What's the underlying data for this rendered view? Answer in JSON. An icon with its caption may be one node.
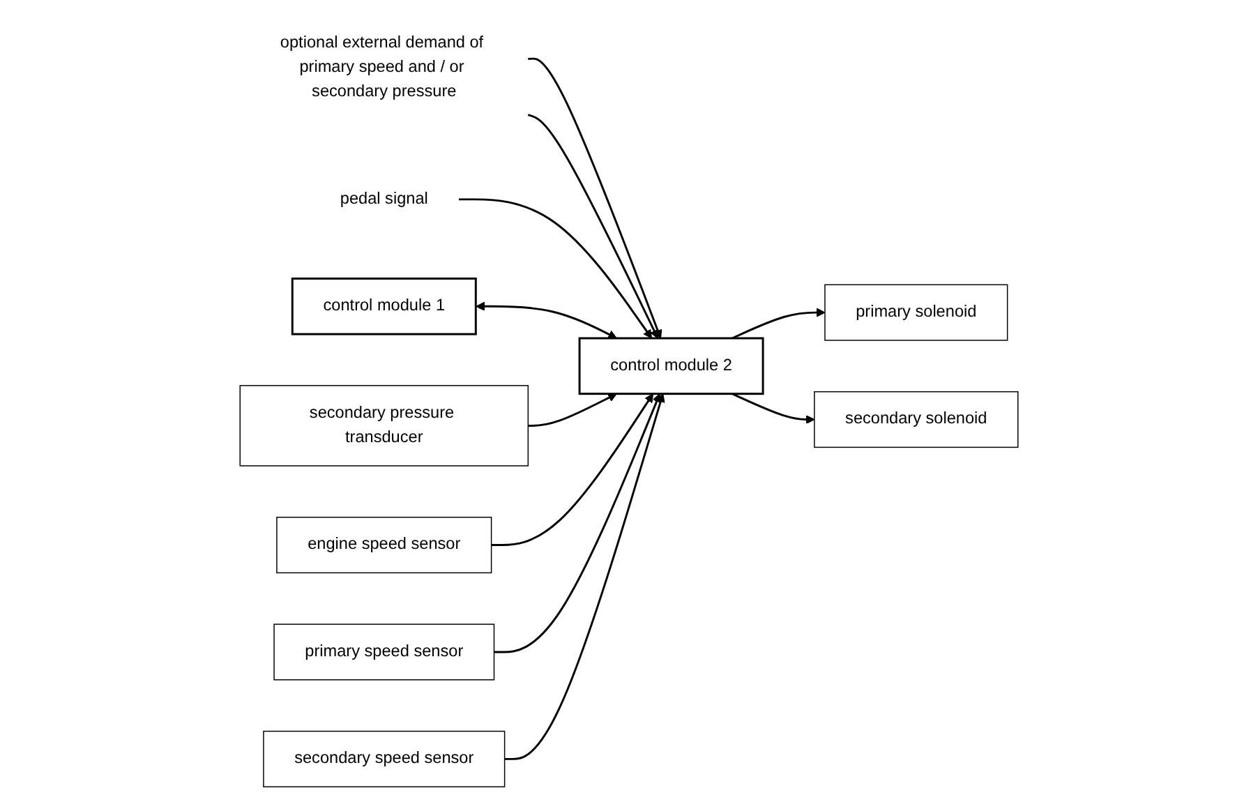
{
  "diagram": {
    "nodes": [
      {
        "text": [
          "optional external demand of primary speed and / or secondary pressure"
        ]
      },
      {
        "text": [
          "pedal signal"
        ]
      },
      {
        "text": [
          "control module 2"
        ]
      },
      {
        "text": [
          "control module 1"
        ]
      },
      {
        "text": [
          "primary solenoid"
        ]
      },
      {
        "text": [
          "secondary solenoid"
        ]
      },
      {
        "text": [
          "secondary pressure transducer"
        ]
      },
      {
        "text": [
          "engine speed sensor"
        ]
      },
      {
        "text": [
          "primary speed sensor"
        ]
      },
      {
        "text": [
          "secondary speed sensor"
        ]
      }
    ],
    "edges": [
      {
        "from": 0,
        "to": 2,
        "arrow": "to"
      },
      {
        "from": 0,
        "to": 2,
        "arrow": "to"
      },
      {
        "from": 1,
        "to": 2,
        "arrow": "to"
      },
      {
        "from": 3,
        "to": 2,
        "arrow": "both"
      },
      {
        "from": 2,
        "to": 4,
        "arrow": "to"
      },
      {
        "from": 2,
        "to": 5,
        "arrow": "to"
      },
      {
        "from": 6,
        "to": 2,
        "arrow": "to"
      },
      {
        "from": 7,
        "to": 2,
        "arrow": "to"
      },
      {
        "from": 8,
        "to": 2,
        "arrow": "to"
      },
      {
        "from": 9,
        "to": 2,
        "arrow": "to"
      }
    ]
  }
}
